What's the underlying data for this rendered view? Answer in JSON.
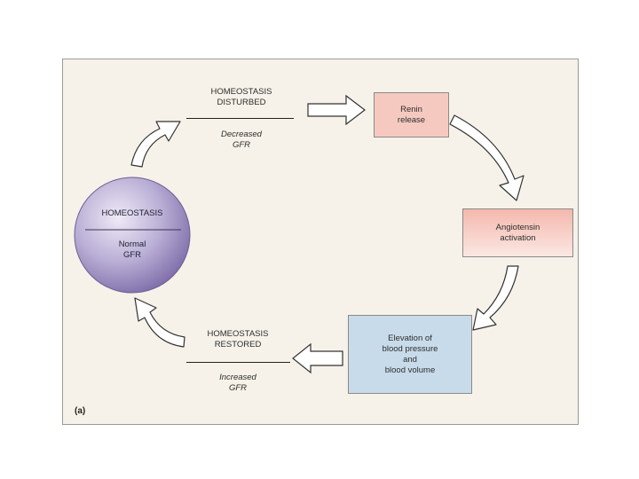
{
  "diagram": {
    "panel_label": "(a)",
    "disturbed": {
      "title": "HOMEOSTASIS\nDISTURBED",
      "subtitle": "Decreased\nGFR"
    },
    "restored": {
      "title": "HOMEOSTASIS\nRESTORED",
      "subtitle": "Increased\nGFR"
    },
    "center": {
      "title": "HOMEOSTASIS",
      "subtitle": "Normal\nGFR"
    },
    "boxes": {
      "renin": "Renin\nrelease",
      "angiotensin": "Angiotensin\nactivation",
      "elevation": "Elevation of\nblood pressure\nand\nblood volume"
    },
    "colors": {
      "renin_fill": "#f6c9c0",
      "angiotensin_fill": "#f7d4cd",
      "elevation_fill": "#c8dbea",
      "circle_fill": "#a597c6",
      "arrow_fill": "#ffffff",
      "panel_bg": "#f6f2e9"
    }
  }
}
